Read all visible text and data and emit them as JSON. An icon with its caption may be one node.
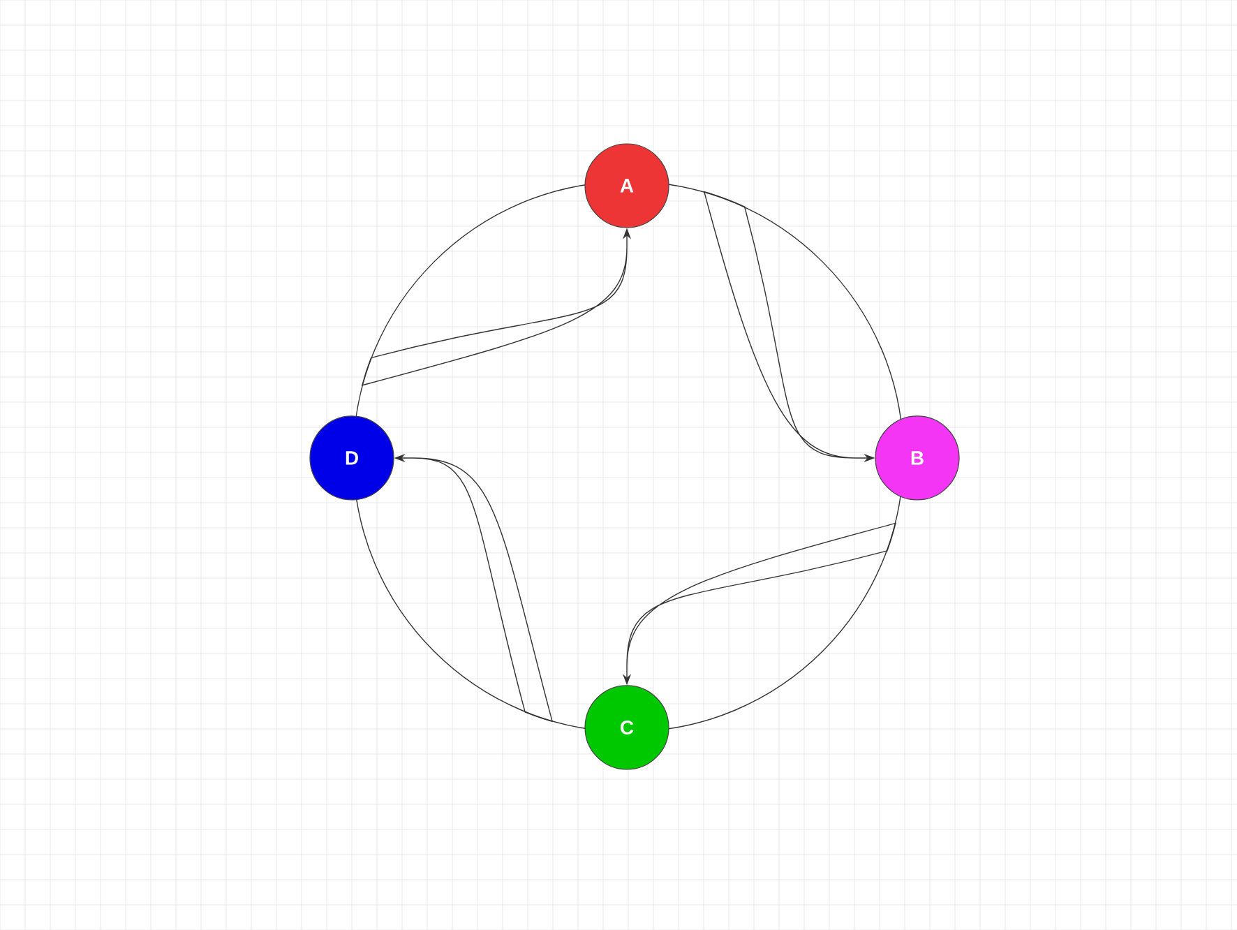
{
  "diagram": {
    "nodes": [
      {
        "text": [
          "A"
        ]
      },
      {
        "text": [
          "B"
        ]
      },
      {
        "text": [
          "C"
        ]
      },
      {
        "text": [
          "D"
        ]
      },
      {
        "text": [],
        "shape": "circle"
      }
    ],
    "edges": [
      {
        "from": 4,
        "to": 1,
        "arrow": "to"
      },
      {
        "from": 4,
        "to": 2,
        "arrow": "to"
      },
      {
        "from": 4,
        "to": 3,
        "arrow": "to"
      },
      {
        "from": 4,
        "to": 0,
        "arrow": "to"
      }
    ]
  }
}
